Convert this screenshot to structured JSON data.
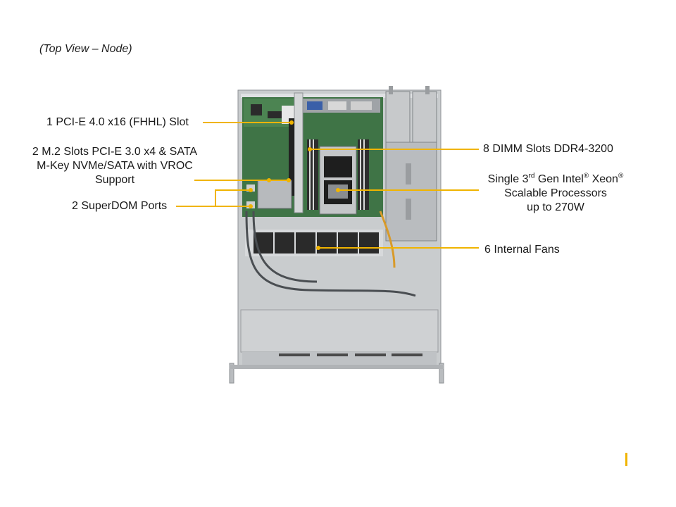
{
  "caption": "(Top View – Node)",
  "callouts": {
    "pcie": "1 PCI-E 4.0 x16 (FHHL) Slot",
    "m2_line1": "2 M.2 Slots PCI-E  3.0 x4  & SATA",
    "m2_line2": "M-Key NVMe/SATA with VROC",
    "m2_line3": "Support",
    "superdom": "2 SuperDOM Ports",
    "dimm": "8 DIMM Slots DDR4-3200",
    "cpu_line1_a": "Single 3",
    "cpu_line1_sup1": "rd",
    "cpu_line1_b": " Gen Intel",
    "cpu_line1_sup2": "®",
    "cpu_line1_c": "  Xeon",
    "cpu_line1_sup3": "®",
    "cpu_line2": "Scalable Processors",
    "cpu_line3": "up to 270W",
    "fans": "6 Internal  Fans"
  },
  "colors": {
    "leader": "#f0b400",
    "chassis": "#c9ccce",
    "board": "#3f7446",
    "psu": "#b9bcbf",
    "fan": "#2a2a2a"
  }
}
